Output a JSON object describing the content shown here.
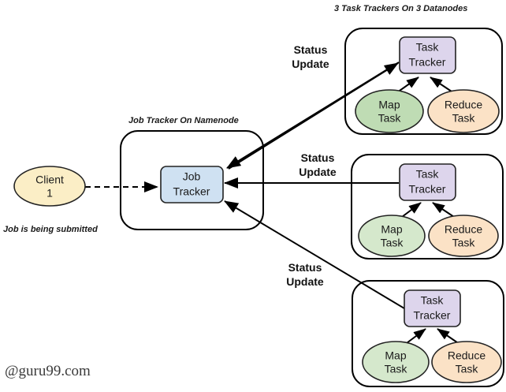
{
  "diagram": {
    "title_top_right": "3 Task Trackers On 3 Datanodes",
    "namenode_caption": "Job Tracker On Namenode",
    "submit_caption": "Job is being submitted",
    "watermark": "@guru99.com",
    "status_update_1": {
      "line1": "Status",
      "line2": "Update"
    },
    "status_update_2": {
      "line1": "Status",
      "line2": "Update"
    },
    "status_update_3": {
      "line1": "Status",
      "line2": "Update"
    },
    "client": {
      "line1": "Client",
      "line2": "1"
    },
    "job_tracker": {
      "line1": "Job",
      "line2": "Tracker"
    },
    "datanodes": [
      {
        "task_tracker": {
          "line1": "Task",
          "line2": "Tracker"
        },
        "map_task": {
          "line1": "Map",
          "line2": "Task"
        },
        "reduce_task": {
          "line1": "Reduce",
          "line2": "Task"
        }
      },
      {
        "task_tracker": {
          "line1": "Task",
          "line2": "Tracker"
        },
        "map_task": {
          "line1": "Map",
          "line2": "Task"
        },
        "reduce_task": {
          "line1": "Reduce",
          "line2": "Task"
        }
      },
      {
        "task_tracker": {
          "line1": "Task",
          "line2": "Tracker"
        },
        "map_task": {
          "line1": "Map",
          "line2": "Task"
        },
        "reduce_task": {
          "line1": "Reduce",
          "line2": "Task"
        }
      }
    ],
    "colors": {
      "client_fill": "#fbeec6",
      "job_tracker_fill": "#cfe1f2",
      "task_tracker_fill": "#ddd5ec",
      "map_task_fill": "#bfdcb4",
      "reduce_task_fill": "#fbe2c6",
      "stroke": "#000000",
      "background": "#ffffff"
    }
  }
}
